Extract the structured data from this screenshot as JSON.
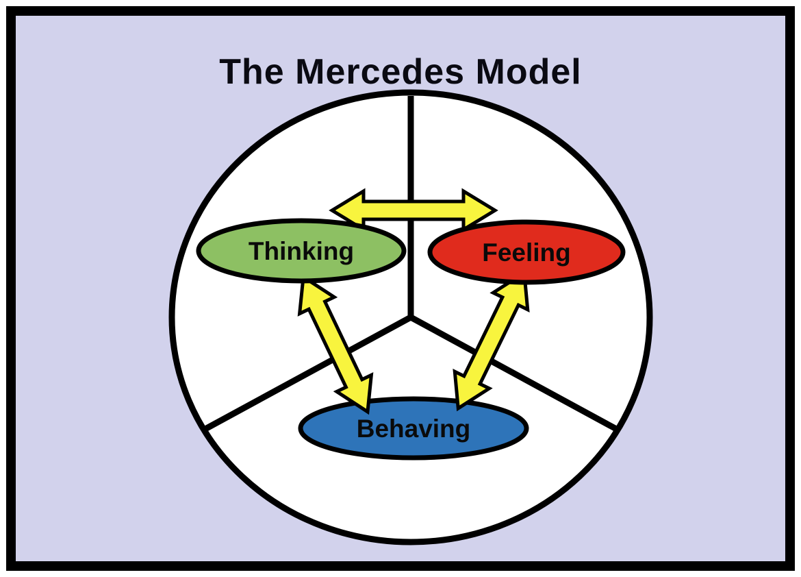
{
  "title": "The Mercedes Model",
  "diagram": {
    "background_color": "#d2d2ec",
    "frame_color": "#000000",
    "circle_fill": "#ffffff",
    "arrow_color": "#f8f43e",
    "nodes": [
      {
        "id": "thinking",
        "label": "Thinking",
        "color": "#8dc063"
      },
      {
        "id": "feeling",
        "label": "Feeling",
        "color": "#e02b1d"
      },
      {
        "id": "behaving",
        "label": "Behaving",
        "color": "#2e74b9"
      }
    ],
    "connections": [
      {
        "from": "Thinking",
        "to": "Feeling",
        "style": "double-headed-arrow"
      },
      {
        "from": "Thinking",
        "to": "Behaving",
        "style": "double-headed-arrow"
      },
      {
        "from": "Feeling",
        "to": "Behaving",
        "style": "double-headed-arrow"
      }
    ]
  }
}
